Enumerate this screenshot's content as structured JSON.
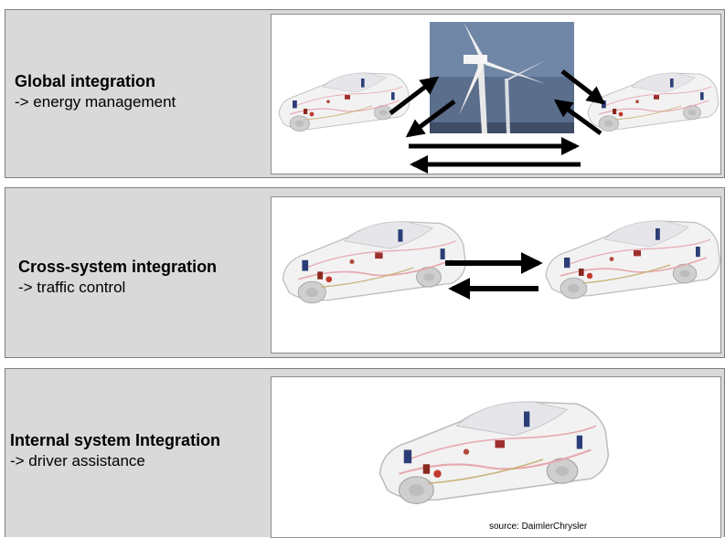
{
  "sections": [
    {
      "title": "Global integration",
      "subtitle": "-> energy management"
    },
    {
      "title": "Cross-system integration",
      "subtitle": "-> traffic control"
    },
    {
      "title": "Internal system Integration",
      "subtitle": "-> driver assistance"
    }
  ],
  "source_note": "source: DaimlerChrysler",
  "icons": {
    "car": "car-cutaway-icon",
    "turbine": "wind-turbine-icon",
    "arrow": "arrow-icon"
  }
}
